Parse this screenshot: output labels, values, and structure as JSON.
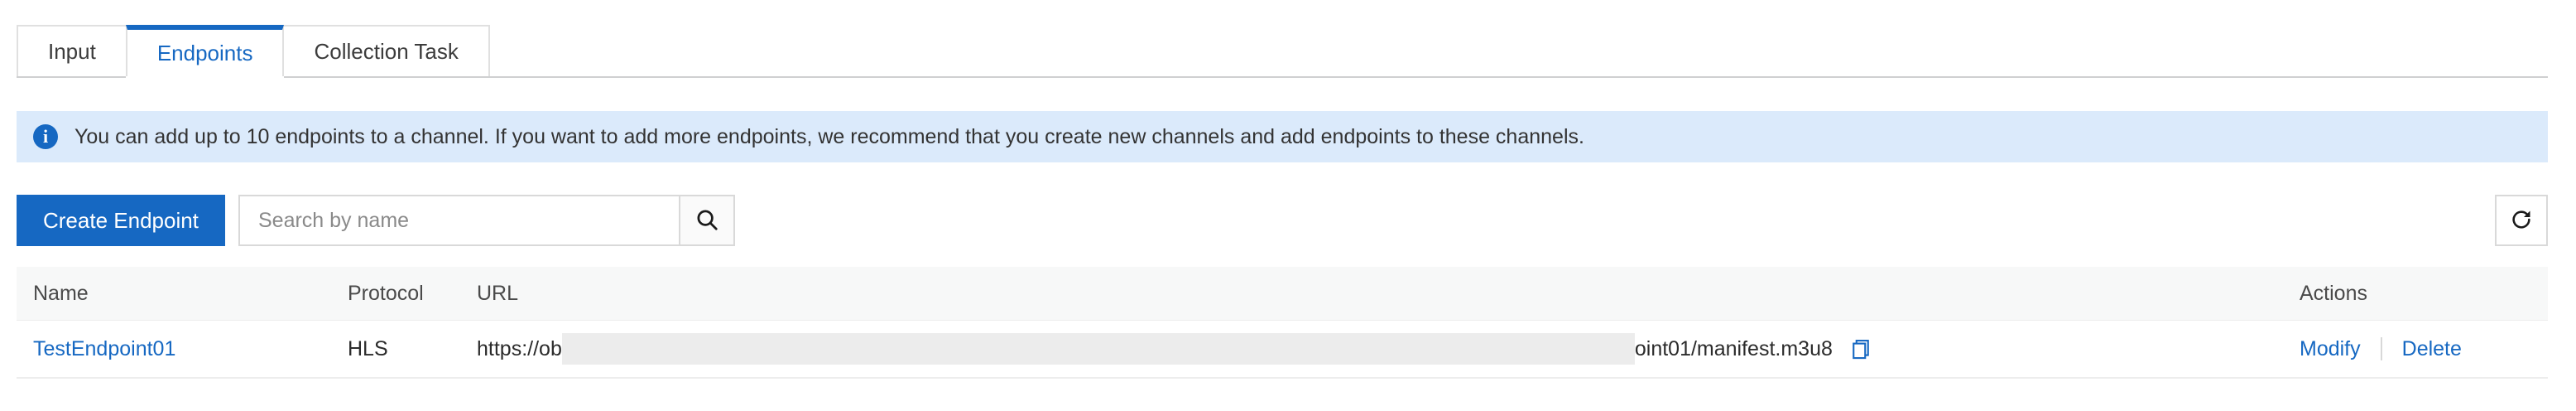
{
  "tabs": [
    {
      "label": "Input",
      "active": false
    },
    {
      "label": "Endpoints",
      "active": true
    },
    {
      "label": "Collection Task",
      "active": false
    }
  ],
  "banner": {
    "icon": "info-circle-icon",
    "text": "You can add up to 10 endpoints to a channel. If you want to add more endpoints, we recommend that you create new channels and add endpoints to these channels."
  },
  "toolbar": {
    "create_label": "Create Endpoint",
    "search_placeholder": "Search by name",
    "search_value": "",
    "search_icon": "search-icon",
    "refresh_icon": "refresh-icon"
  },
  "table": {
    "columns": [
      "Name",
      "Protocol",
      "URL",
      "Actions"
    ],
    "rows": [
      {
        "name": "TestEndpoint01",
        "protocol": "HLS",
        "url_prefix": "https://ob",
        "url_suffix": "oint01/manifest.m3u8",
        "copy_icon": "copy-icon",
        "actions": [
          "Modify",
          "Delete"
        ]
      }
    ]
  },
  "colors": {
    "accent": "#1668c2",
    "banner_bg": "#dbeafb",
    "header_bg": "#f7f8f8",
    "redaction": "#ececec"
  }
}
